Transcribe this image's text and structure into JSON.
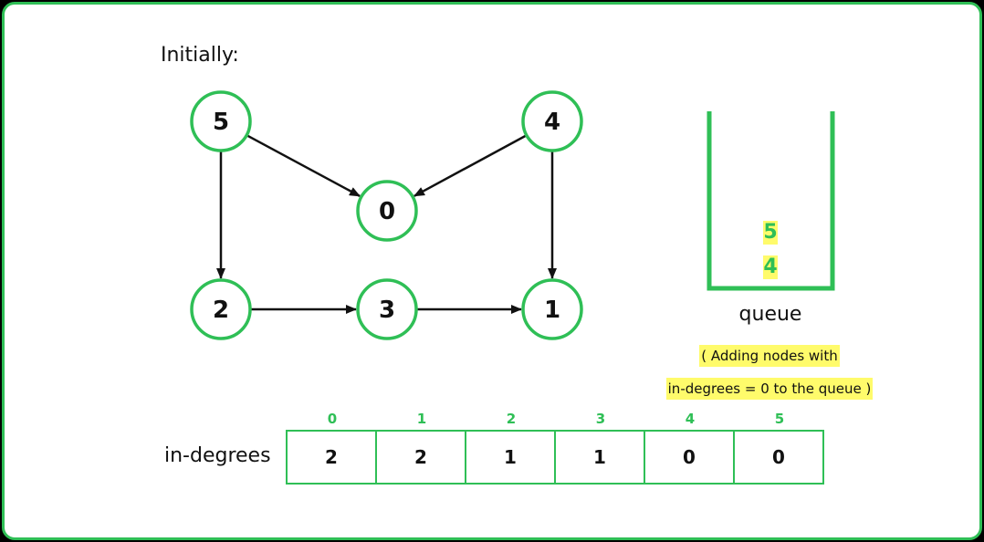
{
  "title": "Initially:",
  "colors": {
    "accent": "#2fbf56",
    "highlight": "#fffb6b",
    "ink": "#111111"
  },
  "graph": {
    "nodes": [
      {
        "id": "5",
        "label": "5"
      },
      {
        "id": "4",
        "label": "4"
      },
      {
        "id": "0",
        "label": "0"
      },
      {
        "id": "2",
        "label": "2"
      },
      {
        "id": "3",
        "label": "3"
      },
      {
        "id": "1",
        "label": "1"
      }
    ],
    "edges": [
      {
        "from": "5",
        "to": "0"
      },
      {
        "from": "4",
        "to": "0"
      },
      {
        "from": "5",
        "to": "2"
      },
      {
        "from": "4",
        "to": "1"
      },
      {
        "from": "2",
        "to": "3"
      },
      {
        "from": "3",
        "to": "1"
      }
    ]
  },
  "queue": {
    "label": "queue",
    "items": [
      "5",
      "4"
    ],
    "note_line1": "( Adding nodes with",
    "note_line2": "in-degrees = 0 to the queue )"
  },
  "indegrees": {
    "label": "in-degrees",
    "indices": [
      "0",
      "1",
      "2",
      "3",
      "4",
      "5"
    ],
    "values": [
      "2",
      "2",
      "1",
      "1",
      "0",
      "0"
    ]
  }
}
